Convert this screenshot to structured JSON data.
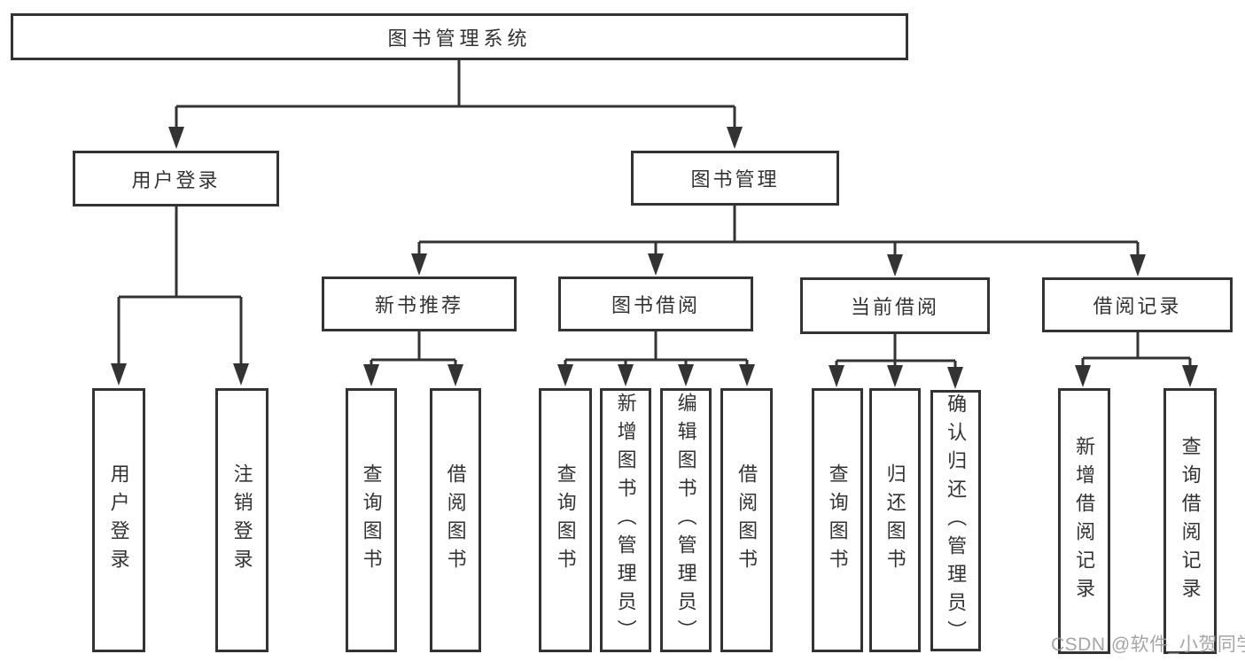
{
  "diagram": {
    "root": {
      "label": "图书管理系统"
    },
    "level1": [
      {
        "label": "用户登录"
      },
      {
        "label": "图书管理"
      }
    ],
    "level2": [
      {
        "label": "新书推荐"
      },
      {
        "label": "图书借阅"
      },
      {
        "label": "当前借阅"
      },
      {
        "label": "借阅记录"
      }
    ],
    "leaves": [
      {
        "label": "用户登录"
      },
      {
        "label": "注销登录"
      },
      {
        "label": "查询图书"
      },
      {
        "label": "借阅图书"
      },
      {
        "label": "查询图书"
      },
      {
        "label": "新增图书（管理员）"
      },
      {
        "label": "编辑图书（管理员）"
      },
      {
        "label": "借阅图书"
      },
      {
        "label": "查询图书"
      },
      {
        "label": "归还图书"
      },
      {
        "label": "确认归还（管理员）"
      },
      {
        "label": "新增借阅记录"
      },
      {
        "label": "查询借阅记录"
      }
    ]
  },
  "watermark": {
    "text": "CSDN @软件_小贺同学"
  },
  "colors": {
    "line": "#333333",
    "text": "#333333",
    "box_background": "#ffffff",
    "page_background": "#ffffff",
    "watermark": "#9c9c9c"
  }
}
